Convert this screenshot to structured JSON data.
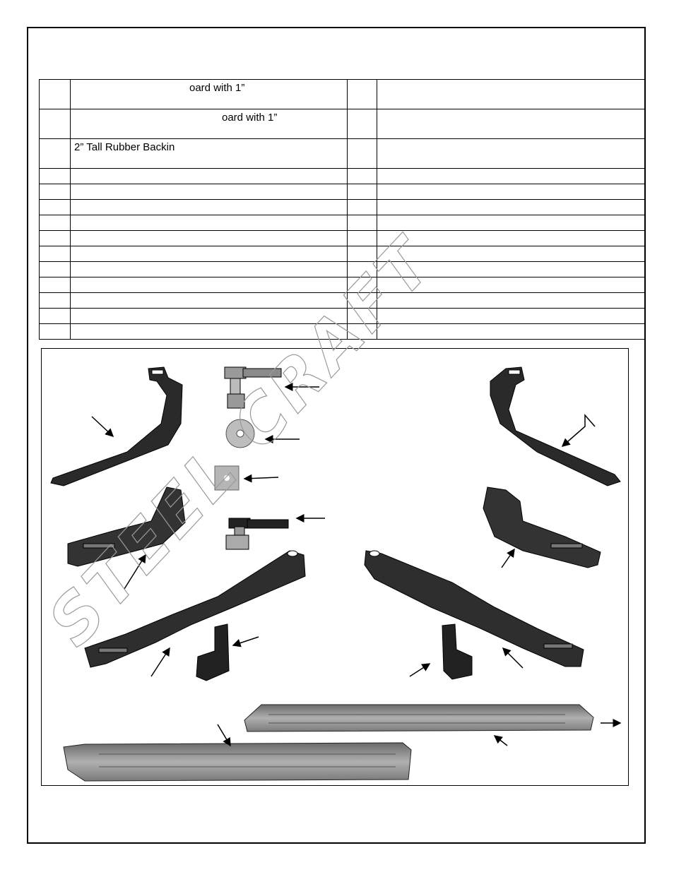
{
  "parts_table": {
    "rows": [
      {
        "num": "",
        "desc": "oard with 1”",
        "num2": "",
        "desc2": ""
      },
      {
        "num": "",
        "desc": "oard with 1”",
        "num2": "",
        "desc2": ""
      },
      {
        "num": "",
        "desc": "2” Tall Rubber Backin",
        "num2": "",
        "desc2": ""
      },
      {
        "num": "",
        "desc": "",
        "num2": "",
        "desc2": ""
      },
      {
        "num": "",
        "desc": "",
        "num2": "",
        "desc2": ""
      },
      {
        "num": "",
        "desc": "",
        "num2": "",
        "desc2": ""
      },
      {
        "num": "",
        "desc": "",
        "num2": "",
        "desc2": ""
      },
      {
        "num": "",
        "desc": "",
        "num2": "",
        "desc2": ""
      },
      {
        "num": "",
        "desc": "",
        "num2": "",
        "desc2": ""
      },
      {
        "num": "",
        "desc": "",
        "num2": "",
        "desc2": ""
      },
      {
        "num": "",
        "desc": "",
        "num2": "",
        "desc2": ""
      },
      {
        "num": "",
        "desc": "",
        "num2": "",
        "desc2": ""
      },
      {
        "num": "",
        "desc": "",
        "num2": "",
        "desc2": ""
      },
      {
        "num": "",
        "desc": "",
        "num2": "",
        "desc2": ""
      }
    ]
  },
  "watermark": {
    "text": "STEEL CRAFT"
  },
  "colors": {
    "metal_dark": "#2a2a2a",
    "metal_mid": "#5a5a5a",
    "board_light": "#9a9a9a",
    "washer": "#bdbdbd"
  }
}
